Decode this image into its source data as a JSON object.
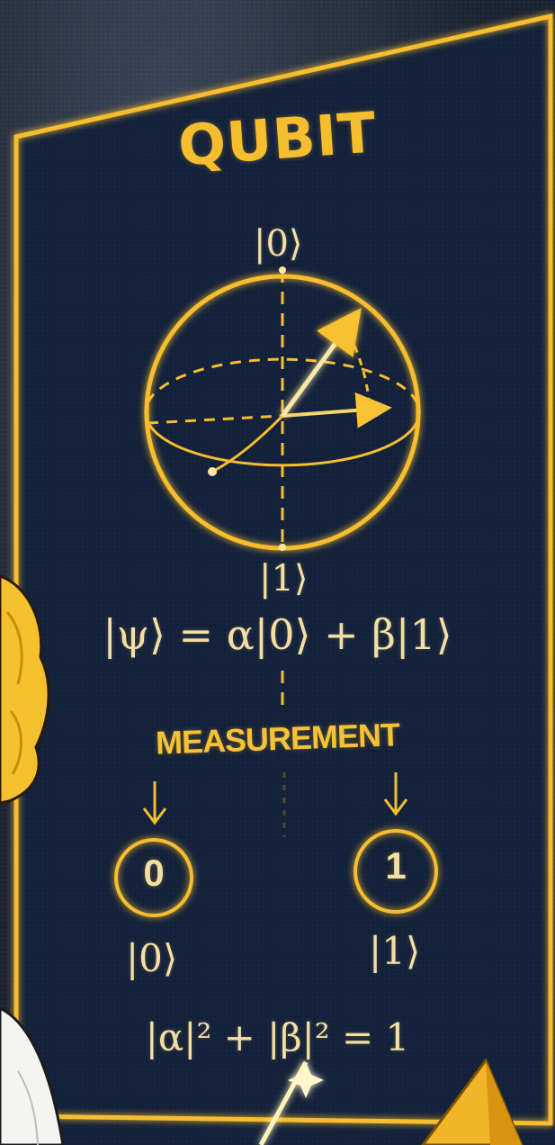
{
  "title": "QUBIT",
  "bloch": {
    "top_ket": "|0⟩",
    "bottom_ket": "|1⟩"
  },
  "state_equation": "|ψ⟩ = α|0⟩ + β|1⟩",
  "measurement_label": "MEASUREMENT",
  "outcomes": [
    {
      "digit": "0",
      "ket": "|0⟩"
    },
    {
      "digit": "1",
      "ket": "|1⟩"
    }
  ],
  "normalization": "|α|² + |β|² = 1",
  "colors": {
    "accent": "#f6be2e",
    "board": "#13213a",
    "text_light": "#f4dfa3"
  }
}
